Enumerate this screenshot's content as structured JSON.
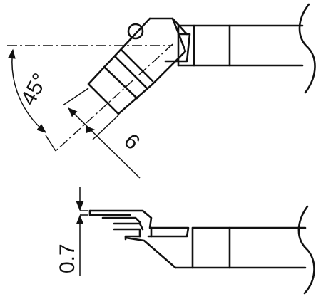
{
  "dimensions": {
    "angle": "45°",
    "width": "6",
    "thickness": "0.7"
  }
}
